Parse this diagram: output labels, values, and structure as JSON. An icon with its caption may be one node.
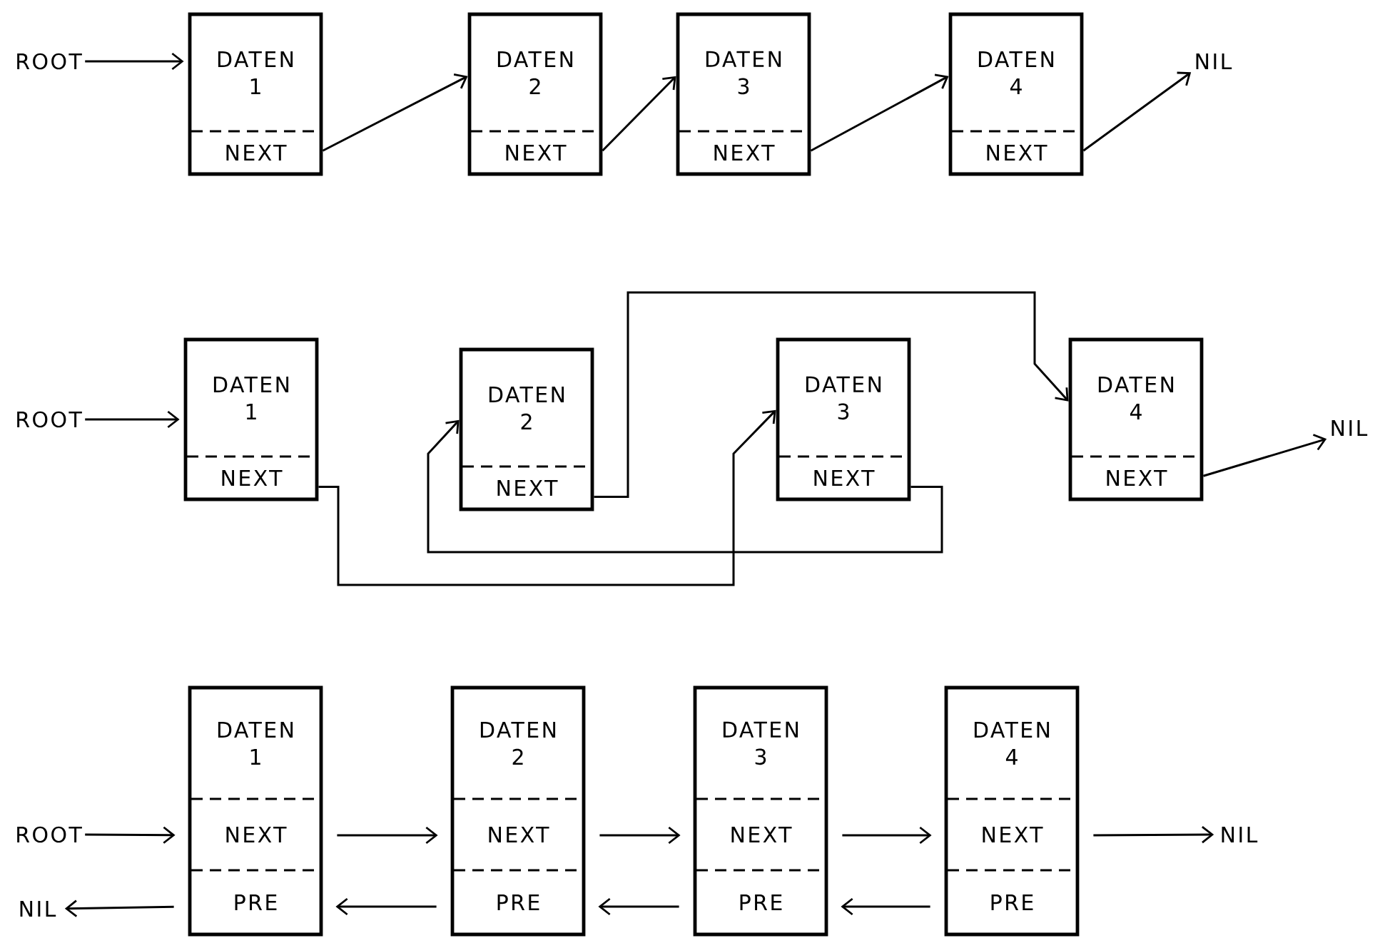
{
  "diagram": {
    "nodes": [
      {
        "text": [
          "ROOT"
        ]
      },
      {
        "text": [
          "DATEN 1",
          "NEXT"
        ]
      },
      {
        "text": [
          "DATEN 2",
          "NEXT"
        ]
      },
      {
        "text": [
          "DATEN 3",
          "NEXT"
        ]
      },
      {
        "text": [
          "DATEN 4",
          "NEXT"
        ]
      },
      {
        "text": [
          "NIL"
        ]
      },
      {
        "text": [
          "ROOT"
        ]
      },
      {
        "text": [
          "DATEN 1",
          "NEXT"
        ]
      },
      {
        "text": [
          "DATEN 2",
          "NEXT"
        ]
      },
      {
        "text": [
          "DATEN 3",
          "NEXT"
        ]
      },
      {
        "text": [
          "DATEN 4",
          "NEXT"
        ]
      },
      {
        "text": [
          "NIL"
        ]
      },
      {
        "text": [
          "ROOT"
        ]
      },
      {
        "text": [
          "NIL"
        ]
      },
      {
        "text": [
          "DATEN 1",
          "NEXT",
          "PRE"
        ]
      },
      {
        "text": [
          "DATEN 2",
          "NEXT",
          "PRE"
        ]
      },
      {
        "text": [
          "DATEN 3",
          "NEXT",
          "PRE"
        ]
      },
      {
        "text": [
          "DATEN 4",
          "NEXT",
          "PRE"
        ]
      },
      {
        "text": [
          "NIL"
        ]
      }
    ],
    "edges": [
      {
        "from": 0,
        "to": 1,
        "arrow": "to"
      },
      {
        "from": 1,
        "to": 2,
        "arrow": "to"
      },
      {
        "from": 2,
        "to": 3,
        "arrow": "to"
      },
      {
        "from": 3,
        "to": 4,
        "arrow": "to"
      },
      {
        "from": 4,
        "to": 5,
        "arrow": "to"
      },
      {
        "from": 6,
        "to": 7,
        "arrow": "to"
      },
      {
        "from": 7,
        "to": 9,
        "arrow": "to"
      },
      {
        "from": 9,
        "to": 8,
        "arrow": "to"
      },
      {
        "from": 8,
        "to": 10,
        "arrow": "to"
      },
      {
        "from": 10,
        "to": 11,
        "arrow": "to"
      },
      {
        "from": 12,
        "to": 14,
        "arrow": "to"
      },
      {
        "from": 14,
        "to": 15,
        "arrow": "to"
      },
      {
        "from": 15,
        "to": 16,
        "arrow": "to"
      },
      {
        "from": 16,
        "to": 17,
        "arrow": "to"
      },
      {
        "from": 17,
        "to": 18,
        "arrow": "to"
      },
      {
        "from": 14,
        "to": 13,
        "arrow": "to"
      },
      {
        "from": 15,
        "to": 14,
        "arrow": "to"
      },
      {
        "from": 16,
        "to": 15,
        "arrow": "to"
      },
      {
        "from": 17,
        "to": 16,
        "arrow": "to"
      }
    ]
  }
}
